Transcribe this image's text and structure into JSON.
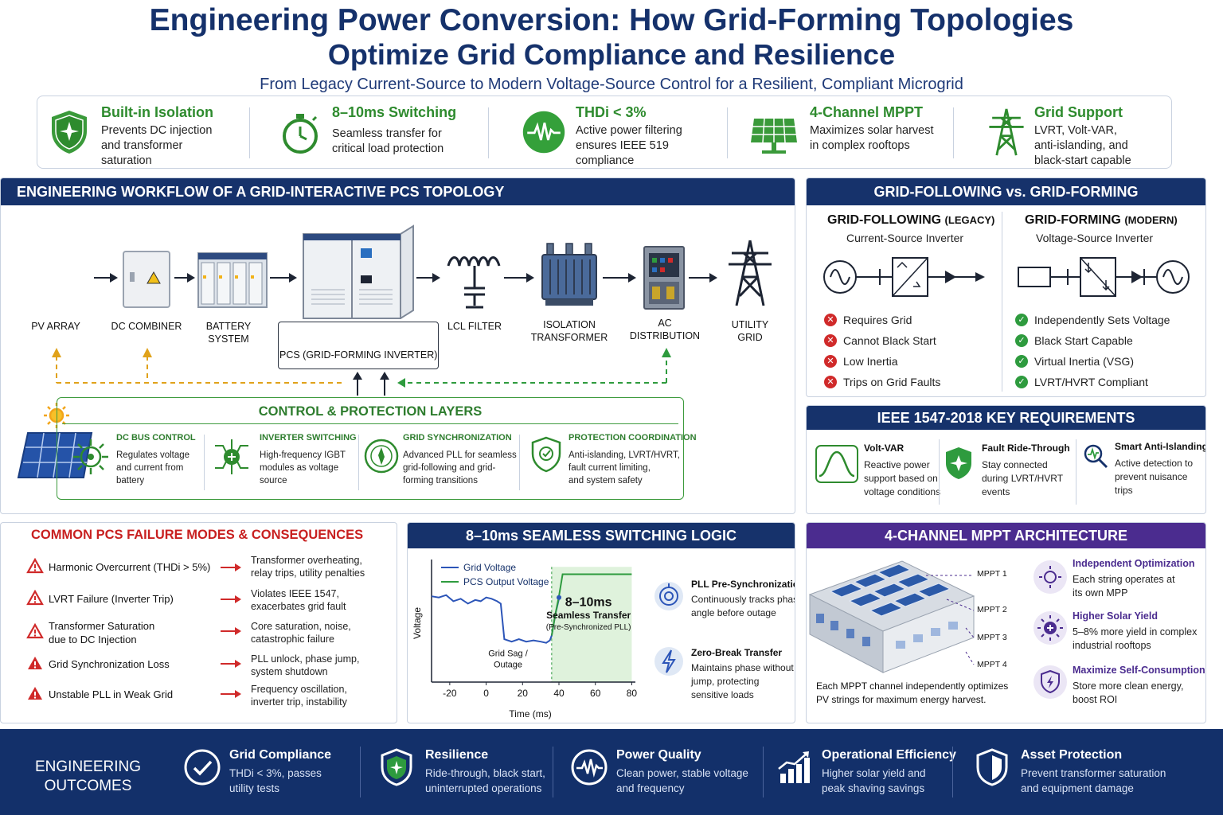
{
  "header": {
    "title_line1": "Engineering Power Conversion: How Grid-Forming Topologies",
    "title_line2": "Optimize Grid Compliance and Resilience",
    "subtitle": "From Legacy Current-Source to Modern Voltage-Source Control for a Resilient, Compliant Microgrid"
  },
  "features": [
    {
      "title": "Built-in Isolation",
      "l1": "Prevents DC injection",
      "l2": "and transformer",
      "l3": "saturation",
      "icon": "shield-icon"
    },
    {
      "title": "8–10ms Switching",
      "l1": "Seamless transfer for",
      "l2": "critical load protection",
      "l3": "",
      "icon": "stopwatch-icon"
    },
    {
      "title": "THDi < 3%",
      "l1": "Active power filtering",
      "l2": "ensures IEEE 519",
      "l3": "compliance",
      "icon": "waveform-icon"
    },
    {
      "title": "4-Channel MPPT",
      "l1": "Maximizes solar harvest",
      "l2": "in complex rooftops",
      "l3": "",
      "icon": "solar-panel-icon"
    },
    {
      "title": "Grid Support",
      "l1": "LVRT, Volt-VAR,",
      "l2": "anti-islanding, and",
      "l3": "black-start capable",
      "icon": "transmission-tower-icon"
    }
  ],
  "workflow": {
    "heading": "ENGINEERING WORKFLOW OF A GRID-INTERACTIVE PCS TOPOLOGY",
    "pv": "PV ARRAY",
    "dc_combiner": "DC COMBINER",
    "battery_l1": "BATTERY",
    "battery_l2": "SYSTEM",
    "pcs": "PCS (GRID-FORMING INVERTER)",
    "lcl": "LCL FILTER",
    "iso_l1": "ISOLATION",
    "iso_l2": "TRANSFORMER",
    "ac_l1": "AC",
    "ac_l2": "DISTRIBUTION",
    "grid_l1": "UTILITY",
    "grid_l2": "GRID"
  },
  "control": {
    "heading": "CONTROL & PROTECTION LAYERS",
    "items": [
      {
        "title": "DC BUS CONTROL",
        "l1": "Regulates voltage",
        "l2": "and current from",
        "l3": "battery"
      },
      {
        "title": "INVERTER SWITCHING",
        "l1": "High-frequency IGBT",
        "l2": "modules as voltage",
        "l3": "source"
      },
      {
        "title": "GRID SYNCHRONIZATION",
        "l1": "Advanced PLL for seamless",
        "l2": "grid-following and grid-",
        "l3": "forming transitions"
      },
      {
        "title": "PROTECTION COORDINATION",
        "l1": "Anti-islanding, LVRT/HVRT,",
        "l2": "fault current limiting,",
        "l3": "and system safety"
      }
    ]
  },
  "comparison": {
    "heading": "GRID-FOLLOWING vs. GRID-FORMING",
    "following_title": "GRID-FOLLOWING",
    "following_tag": "(LEGACY)",
    "following_sub": "Current-Source Inverter",
    "forming_title": "GRID-FORMING",
    "forming_tag": "(MODERN)",
    "forming_sub": "Voltage-Source Inverter",
    "following_items": [
      "Requires Grid",
      "Cannot Black Start",
      "Low Inertia",
      "Trips on Grid Faults"
    ],
    "forming_items": [
      "Independently Sets Voltage",
      "Black Start Capable",
      "Virtual Inertia (VSG)",
      "LVRT/HVRT Compliant"
    ]
  },
  "ieee": {
    "heading": "IEEE 1547-2018 KEY REQUIREMENTS",
    "items": [
      {
        "title": "Volt-VAR",
        "l1": "Reactive power",
        "l2": "support based on",
        "l3": "voltage conditions"
      },
      {
        "title": "Fault Ride-Through",
        "l1": "Stay connected",
        "l2": "during LVRT/HVRT",
        "l3": "events"
      },
      {
        "title": "Smart Anti-Islanding",
        "l1": "Active detection to",
        "l2": "prevent nuisance",
        "l3": "trips"
      }
    ]
  },
  "failures": {
    "heading": "COMMON PCS FAILURE MODES & CONSEQUENCES",
    "items": [
      {
        "mode_l1": "Harmonic Overcurrent (THDi > 5%)",
        "mode_l2": "",
        "c1": "Transformer overheating,",
        "c2": "relay trips, utility penalties"
      },
      {
        "mode_l1": "LVRT Failure (Inverter Trip)",
        "mode_l2": "",
        "c1": "Violates IEEE 1547,",
        "c2": "exacerbates grid fault"
      },
      {
        "mode_l1": "Transformer Saturation",
        "mode_l2": "due to DC Injection",
        "c1": "Core saturation, noise,",
        "c2": "catastrophic failure"
      },
      {
        "mode_l1": "Grid Synchronization Loss",
        "mode_l2": "",
        "c1": "PLL unlock, phase jump,",
        "c2": "system shutdown"
      },
      {
        "mode_l1": "Unstable PLL in Weak Grid",
        "mode_l2": "",
        "c1": "Frequency oscillation,",
        "c2": "inverter trip, instability"
      }
    ]
  },
  "switching": {
    "heading": "8–10ms SEAMLESS SWITCHING LOGIC",
    "legend_grid": "Grid Voltage",
    "legend_pcs": "PCS Output Voltage",
    "ylabel": "Voltage",
    "xlabel": "Time (ms)",
    "xticks": [
      "-20",
      "0",
      "20",
      "40",
      "60",
      "80"
    ],
    "sag_l1": "Grid Sag /",
    "sag_l2": "Outage",
    "window_big": "8–10ms",
    "window_l1": "Seamless Transfer",
    "window_l2": "(Pre-Synchronized PLL)",
    "grid_color": "#2c55b8",
    "pcs_color": "#2e9b3e",
    "grid_series": [
      [
        -30,
        0.7
      ],
      [
        -26,
        0.69
      ],
      [
        -22,
        0.71
      ],
      [
        -18,
        0.66
      ],
      [
        -14,
        0.68
      ],
      [
        -10,
        0.64
      ],
      [
        -6,
        0.67
      ],
      [
        -3,
        0.66
      ],
      [
        0,
        0.69
      ],
      [
        3,
        0.68
      ],
      [
        6,
        0.66
      ],
      [
        8,
        0.64
      ],
      [
        10,
        0.35
      ],
      [
        14,
        0.33
      ],
      [
        18,
        0.35
      ],
      [
        22,
        0.33
      ],
      [
        26,
        0.34
      ],
      [
        30,
        0.33
      ],
      [
        33,
        0.32
      ],
      [
        35,
        0.34
      ],
      [
        36,
        0.38
      ],
      [
        38,
        0.55
      ],
      [
        40,
        0.68
      ],
      [
        41,
        0.7
      ]
    ],
    "pcs_series": [
      [
        36,
        0.38
      ],
      [
        38,
        0.55
      ],
      [
        40,
        0.7
      ],
      [
        42,
        0.88
      ],
      [
        80,
        0.88
      ]
    ],
    "items": [
      {
        "title": "PLL Pre-Synchronization",
        "l1": "Continuously tracks phase",
        "l2": "angle before outage",
        "l3": ""
      },
      {
        "title": "Zero-Break Transfer",
        "l1": "Maintains phase without",
        "l2": "jump, protecting",
        "l3": "sensitive loads"
      }
    ]
  },
  "mppt": {
    "heading": "4-CHANNEL MPPT ARCHITECTURE",
    "channels": [
      "MPPT 1",
      "MPPT 2",
      "MPPT 3",
      "MPPT 4"
    ],
    "caption_l1": "Each MPPT channel independently optimizes",
    "caption_l2": "PV strings for maximum energy harvest.",
    "items": [
      {
        "title": "Independent Optimization",
        "l1": "Each string operates at",
        "l2": "its own MPP"
      },
      {
        "title": "Higher Solar Yield",
        "l1": "5–8% more yield in complex",
        "l2": "industrial rooftops"
      },
      {
        "title": "Maximize Self-Consumption",
        "l1": "Store more clean energy,",
        "l2": "boost ROI"
      }
    ]
  },
  "outcomes": {
    "heading_l1": "ENGINEERING",
    "heading_l2": "OUTCOMES",
    "items": [
      {
        "title": "Grid Compliance",
        "l1": "THDi < 3%, passes",
        "l2": "utility tests"
      },
      {
        "title": "Resilience",
        "l1": "Ride-through, black start,",
        "l2": "uninterrupted operations"
      },
      {
        "title": "Power Quality",
        "l1": "Clean power, stable voltage",
        "l2": "and frequency"
      },
      {
        "title": "Operational Efficiency",
        "l1": "Higher solar yield and",
        "l2": "peak shaving savings"
      },
      {
        "title": "Asset Protection",
        "l1": "Prevent transformer saturation",
        "l2": "and equipment damage"
      }
    ]
  },
  "colors": {
    "navy": "#16326b",
    "green": "#2e8b2e",
    "red": "#d02a2a",
    "purple": "#4b2c8f"
  }
}
